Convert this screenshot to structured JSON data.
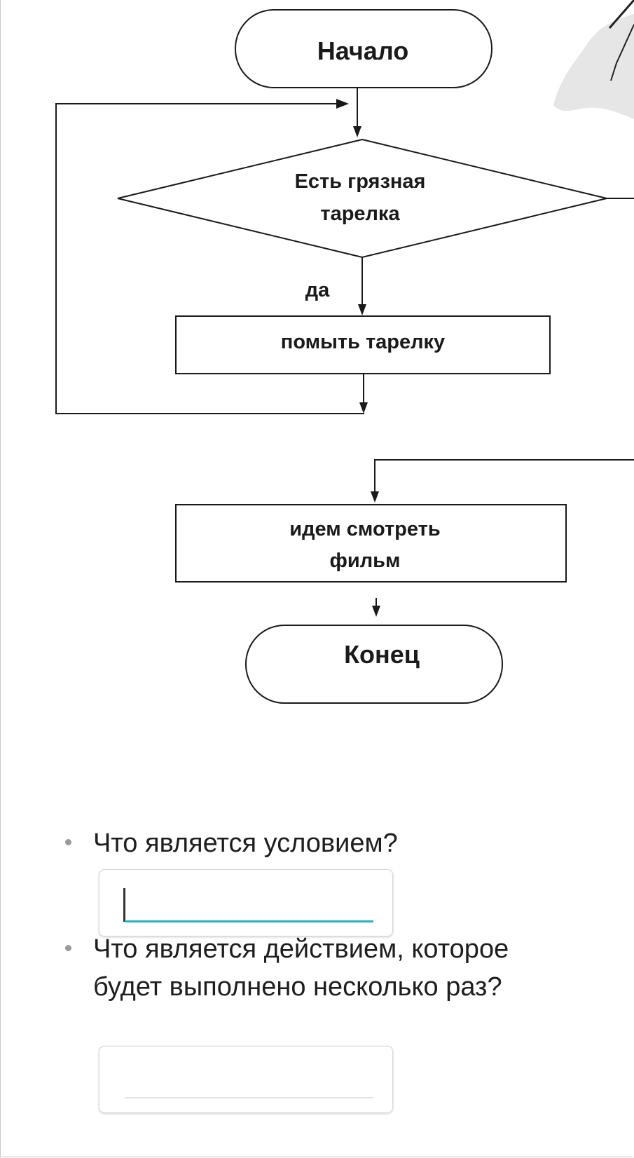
{
  "flowchart": {
    "start_label": "Начало",
    "condition_line1": "Есть грязная",
    "condition_line2": "тарелка",
    "yes_label": "да",
    "action_label": "помыть тарелку",
    "after_loop_line1": "идем смотреть",
    "after_loop_line2": "фильм",
    "end_label": "Конец"
  },
  "questions": [
    {
      "text_line1": "Что является условием?",
      "answer_value": "",
      "focused": true
    },
    {
      "text_line1": "Что является действием, которое",
      "text_line2": "будет выполнено несколько раз?",
      "answer_value": "",
      "focused": false
    }
  ],
  "colors": {
    "focus_underline": "#27b3c2",
    "bullet": "#9a9a9a",
    "stroke": "#1a1a1a"
  }
}
